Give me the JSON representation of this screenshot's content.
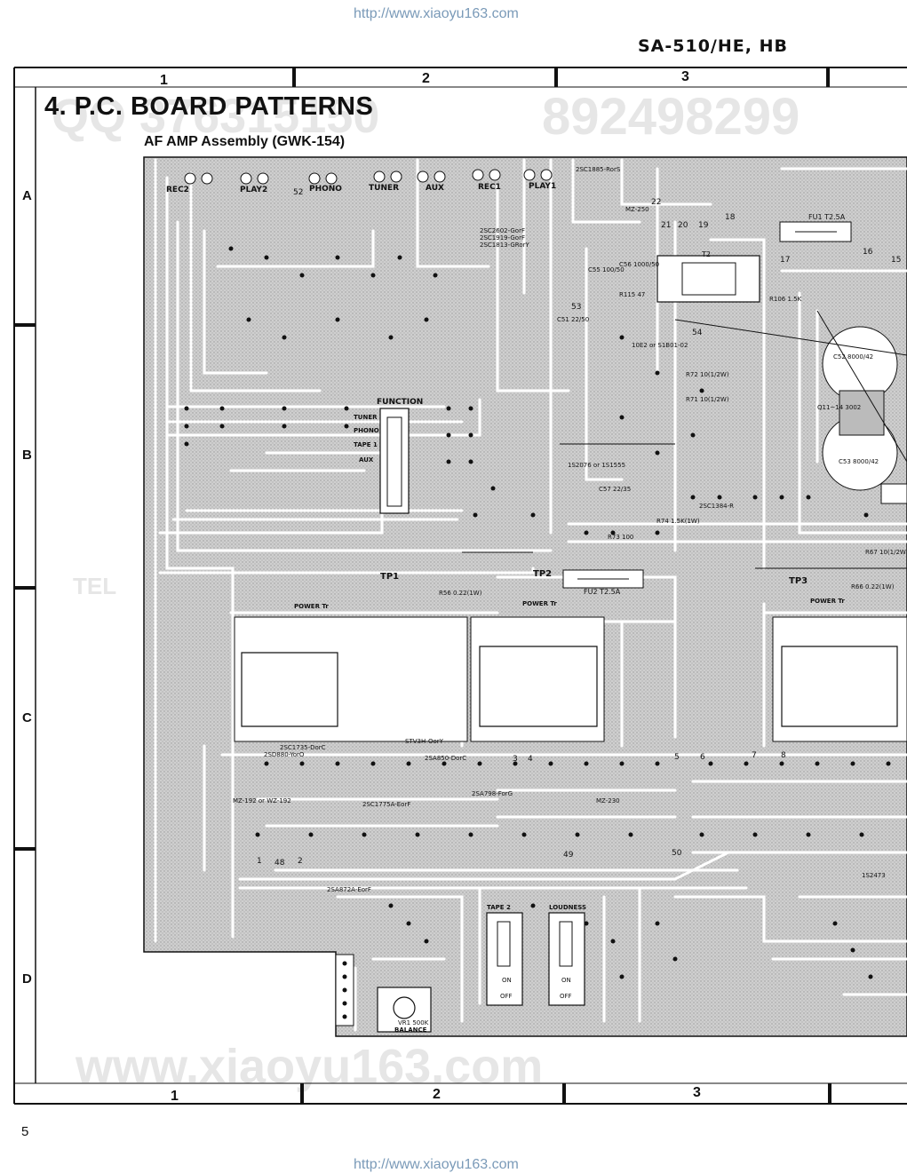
{
  "header": {
    "url_top": "http://www.xiaoyu163.com",
    "model": "SA-510/HE, HB"
  },
  "footer": {
    "url_bottom": "http://www.xiaoyu163.com",
    "page_number": "5"
  },
  "grid": {
    "columns": [
      "1",
      "2",
      "3"
    ],
    "rows": [
      "A",
      "B",
      "C",
      "D"
    ]
  },
  "section": {
    "title": "4. P.C. BOARD PATTERNS",
    "subtitle": "AF AMP Assembly (GWK-154)"
  },
  "watermarks": {
    "qq": "QQ 376315150",
    "phone": "892498299",
    "tel": "TEL",
    "site": "www.xiaoyu163.com"
  },
  "board": {
    "jacks": [
      "REC2",
      "PLAY2",
      "PHONO",
      "TUNER",
      "AUX",
      "REC1",
      "PLAY1"
    ],
    "function_switch": {
      "title": "FUNCTION",
      "positions": [
        "TUNER",
        "PHONO",
        "TAPE 1",
        "AUX"
      ]
    },
    "test_points": [
      "TP1",
      "TP2",
      "TP3"
    ],
    "power_tr_label": "POWER Tr",
    "fuses": [
      "FU1 T2.5A",
      "FU2 T2.5A"
    ],
    "transformer": "T2",
    "switches": [
      {
        "name": "TAPE 2",
        "on": "ON",
        "off": "OFF"
      },
      {
        "name": "LOUDNESS",
        "on": "ON",
        "off": "OFF"
      }
    ],
    "balance": {
      "label": "BALANCE",
      "value": "VR1 500K"
    },
    "capacitors": [
      "C52 8000/42",
      "C53 8000/42",
      "C55 100/50",
      "C56 1000/50",
      "C51 22/50",
      "C57 22/35"
    ],
    "transistors": [
      "2SC1885-RorS",
      "2SC2602-GorF",
      "2SC1919-GorF",
      "2SC1813-GRorY",
      "2SC1735-DorC",
      "2SD880-YorO",
      "2SA850-DorC",
      "2SA798-ForG",
      "2SC1775A-EorF",
      "2SA872A-EorF",
      "2SC1384-R",
      "STV3H-OorY"
    ],
    "diodes": [
      "MZ-250",
      "10E2 or S1B01-02",
      "1S2076 or 1S1555",
      "MZ-192 or WZ-192",
      "MZ-230",
      "1S2473"
    ],
    "resistors": [
      "R56 0.22(1W)",
      "R66 0.22(1W)",
      "R67 10(1/2W)",
      "R72 10(1/2W)",
      "R71 10(1/2W)",
      "R106 1.5K",
      "R115 47",
      "R74 1.5K(1W)",
      "R73 100"
    ],
    "ic": "Q11~14 3002",
    "terminals": [
      "16",
      "15",
      "17",
      "18",
      "19",
      "20",
      "21",
      "22",
      "48",
      "49",
      "50",
      "52",
      "53",
      "54",
      "1",
      "2",
      "3",
      "4",
      "5",
      "6",
      "7",
      "8"
    ]
  }
}
